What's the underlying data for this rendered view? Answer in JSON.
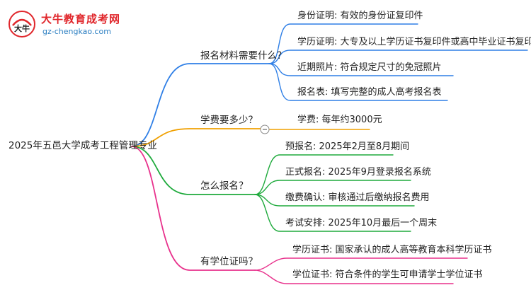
{
  "logo": {
    "mark_text": "大牛",
    "title": "大牛教育成考网",
    "url": "gz-chengkao.com"
  },
  "root": {
    "label": "2025年五邑大学成考工程管理专业"
  },
  "colors": {
    "blue": "#2f7fe6",
    "orange": "#f0a000",
    "green": "#1eaa3c",
    "pink": "#e8318c"
  },
  "branches": [
    {
      "label": "报名材料需要什么？",
      "color": "blue",
      "items": [
        "身份证明: 有效的身份证复印件",
        "学历证明: 大专及以上学历证书复印件或高中毕业证书复印件",
        "近期照片: 符合规定尺寸的免冠照片",
        "报名表: 填写完整的成人高考报名表"
      ]
    },
    {
      "label": "学费要多少？",
      "color": "orange",
      "items": [
        "学费: 每年约3000元"
      ]
    },
    {
      "label": "怎么报名？",
      "color": "green",
      "items": [
        "预报名: 2025年2月至8月期间",
        "正式报名: 2025年9月登录报名系统",
        "缴费确认: 审核通过后缴纳报名费用",
        "考试安排: 2025年10月最后一个周末"
      ]
    },
    {
      "label": "有学位证吗？",
      "color": "pink",
      "items": [
        "学历证书: 国家承认的成人高等教育本科学历证书",
        "学位证书: 符合条件的学生可申请学士学位证书"
      ]
    }
  ]
}
